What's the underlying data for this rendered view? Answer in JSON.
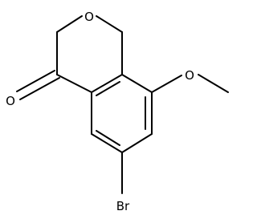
{
  "structure": {
    "atoms": {
      "ring_oxygen": "O",
      "carbonyl_oxygen": "O",
      "methoxy_oxygen": "O",
      "bromine": "Br"
    }
  },
  "colors": {
    "bond": "#000000",
    "label": "#000000",
    "background": "#ffffff"
  }
}
